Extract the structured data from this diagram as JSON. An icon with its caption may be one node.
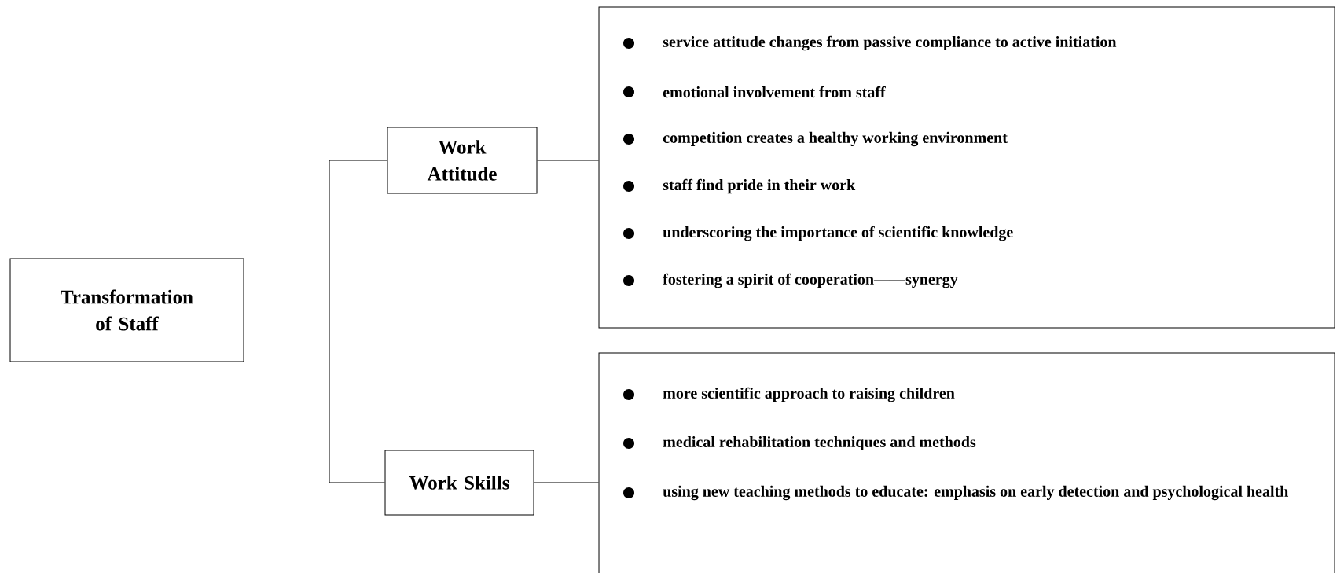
{
  "diagram": {
    "nodes": [
      {
        "text": [
          "Transformation of Staff"
        ]
      },
      {
        "text": [
          "Work Attitude"
        ]
      },
      {
        "text": [
          "Work Skills"
        ]
      },
      {
        "text": [
          "service attitude changes from passive compliance to active initiation",
          "emotional involvement from staff",
          "competition creates a healthy working environment",
          "staff find pride in their work",
          "underscoring the importance of scientific knowledge",
          "fostering a spirit of cooperation——synergy"
        ]
      },
      {
        "text": [
          "more scientific approach to raising children",
          "medical rehabilitation techniques and methods",
          "using new teaching methods to educate: emphasis on early detection and psychological health"
        ]
      }
    ],
    "edges": [
      {
        "from": 0,
        "to": 1,
        "arrow": "none"
      },
      {
        "from": 0,
        "to": 2,
        "arrow": "none"
      },
      {
        "from": 1,
        "to": 3,
        "arrow": "none"
      },
      {
        "from": 2,
        "to": 4,
        "arrow": "none"
      }
    ]
  }
}
